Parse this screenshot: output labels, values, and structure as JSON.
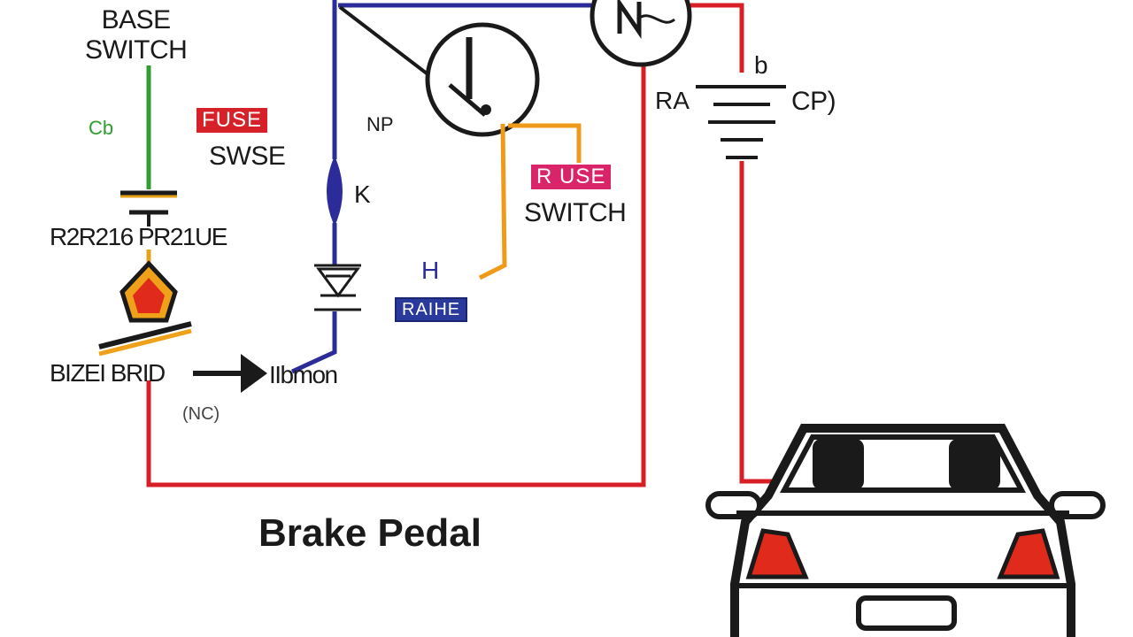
{
  "labels": {
    "base_switch": "BASE\nSWITCH",
    "cb": "Cb",
    "fuse_tag": "FUSE",
    "swse": "SWSE",
    "resistor_pair": "R2R216 PR21UE",
    "bottom_left": "BIZEI BRID",
    "nc": "(NC)",
    "arrow_target": "IIbmon",
    "np": "NP",
    "k": "K",
    "small_h": "H",
    "blue_tag": "RAIHE",
    "rise_tag": "R USE",
    "switch_right": "SWITCH",
    "b": "b",
    "ra": "RA",
    "cp": "CP)",
    "caption": "Brake Pedal"
  },
  "icons": {
    "ac_source": "ac-source-icon",
    "relay": "relay-icon",
    "battery": "battery-icon",
    "diode": "diode-icon",
    "pedal": "brake-pedal-icon",
    "car": "car-rear-icon"
  },
  "colors": {
    "red_wire": "#d81e26",
    "blue_wire": "#2b2c9a",
    "orange_wire": "#f09a1a",
    "green_wire": "#2e9e2e",
    "tag_red": "#d72128",
    "tag_pink": "#d9246a",
    "tag_blue": "#2a3a9c"
  }
}
